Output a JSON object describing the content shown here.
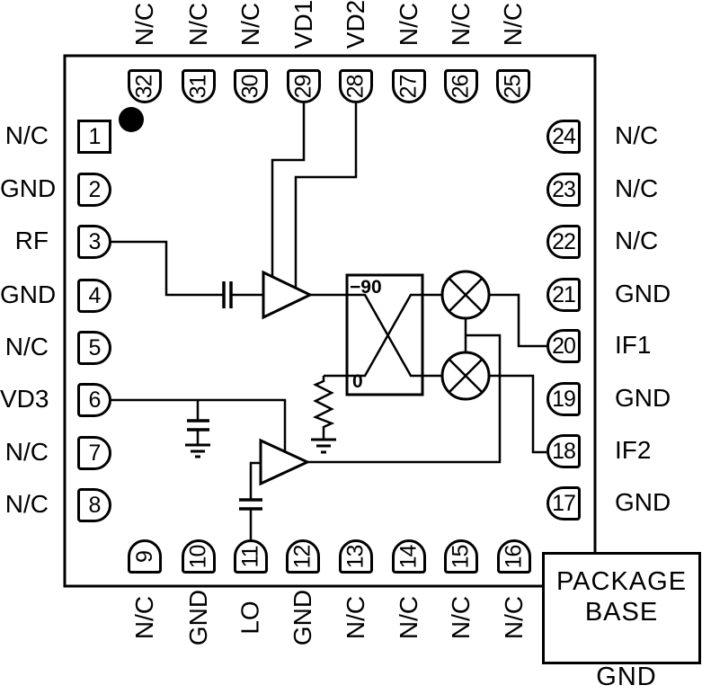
{
  "diagram_title": "ic-mixer-functional-diagram",
  "pins": {
    "left": [
      {
        "num": "1",
        "label": "N/C"
      },
      {
        "num": "2",
        "label": "GND"
      },
      {
        "num": "3",
        "label": "RF"
      },
      {
        "num": "4",
        "label": "GND"
      },
      {
        "num": "5",
        "label": "N/C"
      },
      {
        "num": "6",
        "label": "VD3"
      },
      {
        "num": "7",
        "label": "N/C"
      },
      {
        "num": "8",
        "label": "N/C"
      }
    ],
    "top": [
      {
        "num": "32",
        "label": "N/C"
      },
      {
        "num": "31",
        "label": "N/C"
      },
      {
        "num": "30",
        "label": "N/C"
      },
      {
        "num": "29",
        "label": "VD1"
      },
      {
        "num": "28",
        "label": "VD2"
      },
      {
        "num": "27",
        "label": "N/C"
      },
      {
        "num": "26",
        "label": "N/C"
      },
      {
        "num": "25",
        "label": "N/C"
      }
    ],
    "right": [
      {
        "num": "24",
        "label": "N/C"
      },
      {
        "num": "23",
        "label": "N/C"
      },
      {
        "num": "22",
        "label": "N/C"
      },
      {
        "num": "21",
        "label": "GND"
      },
      {
        "num": "20",
        "label": "IF1"
      },
      {
        "num": "19",
        "label": "GND"
      },
      {
        "num": "18",
        "label": "IF2"
      },
      {
        "num": "17",
        "label": "GND"
      }
    ],
    "bottom": [
      {
        "num": "9",
        "label": "N/C"
      },
      {
        "num": "10",
        "label": "GND"
      },
      {
        "num": "11",
        "label": "LO"
      },
      {
        "num": "12",
        "label": "GND"
      },
      {
        "num": "13",
        "label": "N/C"
      },
      {
        "num": "14",
        "label": "N/C"
      },
      {
        "num": "15",
        "label": "N/C"
      },
      {
        "num": "16",
        "label": "N/C"
      }
    ]
  },
  "hybrid": {
    "port_top_label": "−90",
    "port_bottom_label": "0"
  },
  "package_base": {
    "line1": "PACKAGE",
    "line2": "BASE",
    "gnd_label": "GND"
  },
  "icons": {
    "pin1_marker": "filled-dot",
    "rf_amplifier": "triangle-right",
    "lo_amplifier": "triangle-right",
    "mixer": "circle-with-x",
    "quadrature_hybrid": "box-with-crossover",
    "capacitor": "parallel-plates",
    "resistor": "zigzag",
    "ground": "three-bar-ground"
  },
  "colors": {
    "stroke": "#000000",
    "background": "#ffffff"
  }
}
